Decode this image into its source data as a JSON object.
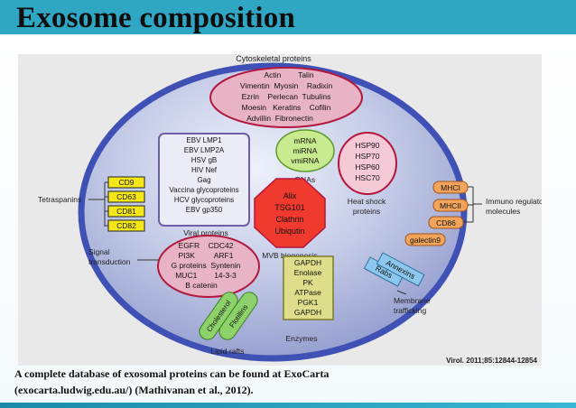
{
  "slide": {
    "title": "Exosome composition",
    "caption_line1": "A complete database of exosomal  proteins can be found at ExoCarta",
    "caption_line2": "(exocarta.ludwig.edu.au/) (Mathivanan et al., 2012).",
    "citation": "Virol. 2011;85:12844-12854"
  },
  "diagram": {
    "cytoskeletal": {
      "label": "Cytoskeletal proteins",
      "lines": [
        "Actin        Talin",
        "Vimentin  Myosin    Radixin",
        "Ezrin    Perlecan  Tubulins",
        "Moesin   Keratins    Cofilin",
        "Advillin  Fibronectin"
      ]
    },
    "viral": {
      "label": "Viral proteins",
      "lines": [
        "EBV LMP1",
        "EBV LMP2A",
        "HSV gB",
        "HIV Nef",
        "Gag",
        "Vaccina glycoproteins",
        "HCV glycoproteins",
        "EBV gp350"
      ]
    },
    "rnas": {
      "label": "RNAs",
      "lines": [
        "mRNA",
        "miRNA",
        "vmiRNA"
      ]
    },
    "heatshock": {
      "label_line1": "Heat shock",
      "label_line2": "proteins",
      "lines": [
        "HSP90",
        "HSP70",
        "HSP60",
        "HSC70"
      ]
    },
    "mvb": {
      "label": "MVB biogenesis",
      "lines": [
        "Alix",
        "TSG101",
        "Clathrin",
        "Ubiqutin"
      ]
    },
    "signal": {
      "label_line1": "Signal",
      "label_line2": "transduction",
      "lines": [
        "EGFR    CDC42",
        "PI3K         ARF1",
        "G proteins  Syntenin",
        "MUC1        14-3-3",
        "B catenin"
      ]
    },
    "enzymes": {
      "label": "Enzymes",
      "lines": [
        "GAPDH",
        "Enolase",
        "PK",
        "ATPase",
        "PGK1",
        "GAPDH"
      ]
    },
    "tetraspanins": {
      "label": "Tetraspanins",
      "items": [
        "CD9",
        "CD63",
        "CD81",
        "CD82"
      ]
    },
    "immuno": {
      "label_line1": "Immuno regulator",
      "label_line2": "molecules",
      "items": [
        "MHCI",
        "MHCII",
        "CD86",
        "galectin9"
      ]
    },
    "trafficking": {
      "label_line1": "Membrane",
      "label_line2": "trafficking",
      "items": [
        "Rabs",
        "Annexins"
      ]
    },
    "lipid": {
      "label": "Lipid rafts",
      "items": [
        "Cholesterol",
        "Flotillins"
      ]
    }
  },
  "colors": {
    "title_bar": "#2fa7c4",
    "vesicle": "#3f51b5",
    "pink_fill": "#e8b3c4",
    "red_outline": "#b2183d",
    "tetraspanin_yellow": "#f5e617",
    "immuno_orange": "#f2a55a",
    "enzyme_olive": "#dede8a",
    "rna_green": "#c7eb8e",
    "mvb_red": "#f03a2e",
    "lipid_green": "#8dd16a",
    "traffic_blue": "#8cc8ee"
  }
}
